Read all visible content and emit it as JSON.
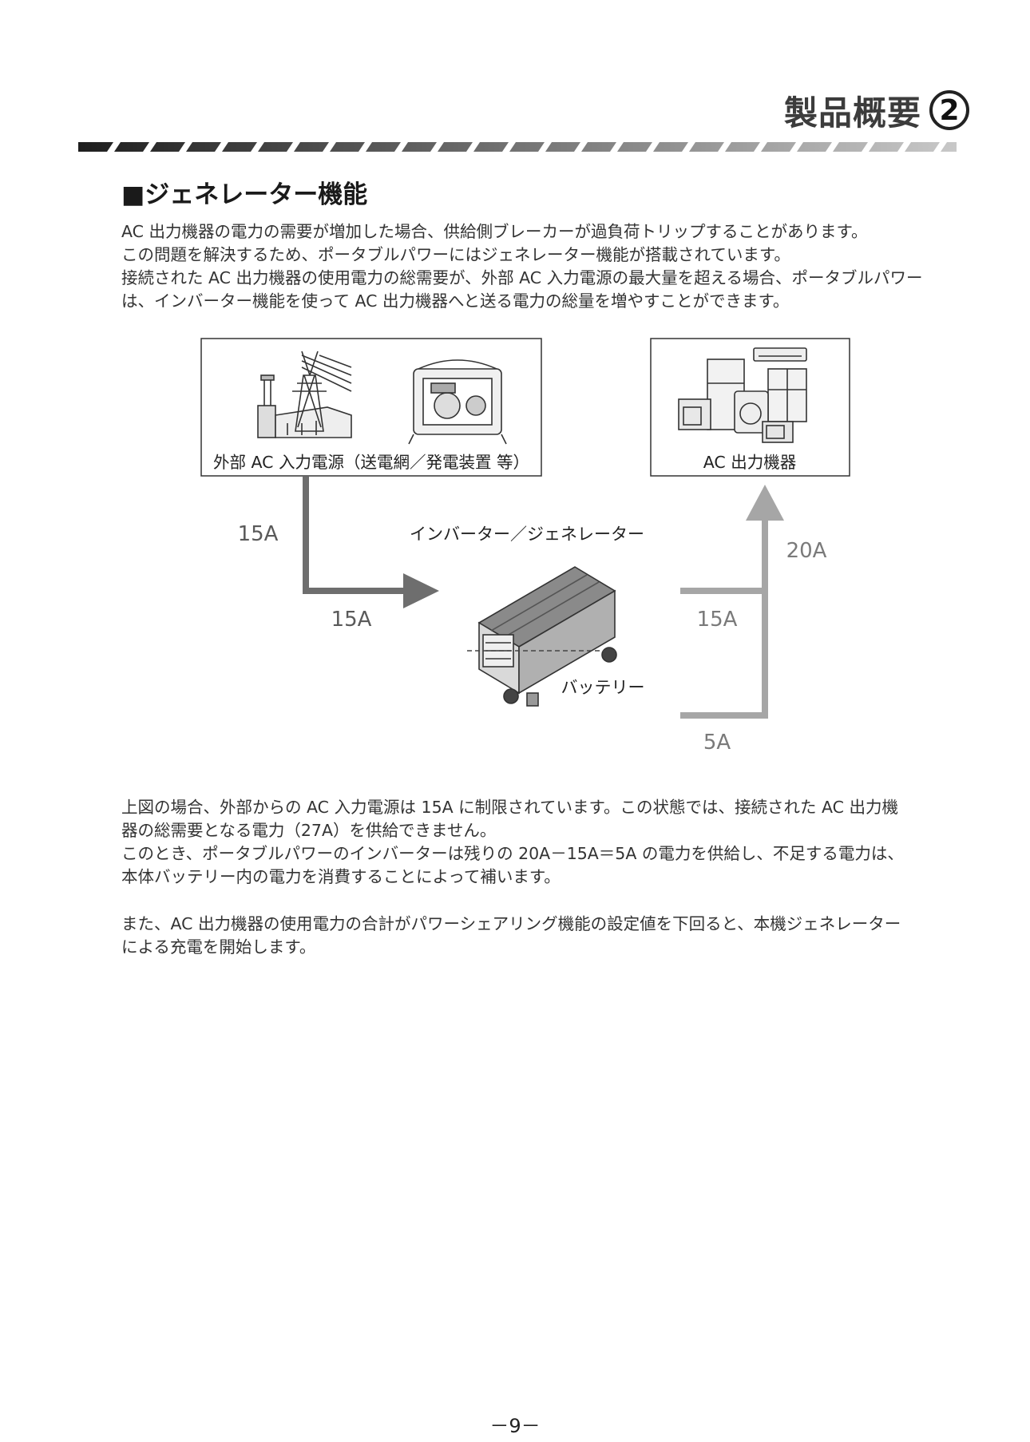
{
  "header": {
    "title": "製品概要",
    "number": "2"
  },
  "section": {
    "heading": "■ジェネレーター機能"
  },
  "intro": [
    "AC 出力機器の電力の需要が増加した場合、供給側ブレーカーが過負荷トリップすることがあります。",
    "この問題を解決するため、ポータブルパワーにはジェネレーター機能が搭載されています。",
    "接続された AC 出力機器の使用電力の総需要が、外部 AC 入力電源の最大量を超える場合、ポータブルパワー",
    "は、インバーター機能を使って AC 出力機器へと送る電力の総量を増やすことができます。"
  ],
  "diagram": {
    "source_label": "外部 AC 入力電源（送電網／発電装置 等）",
    "output_label": "AC 出力機器",
    "inverter_label": "インバーター／ジェネレーター",
    "battery_label": "バッテリー",
    "current_in_top": "15A",
    "current_in_bottom": "15A",
    "current_pass": "15A",
    "current_battery": "5A",
    "current_total": "20A"
  },
  "explain": [
    "上図の場合、外部からの AC 入力電源は 15A に制限されています。この状態では、接続された AC 出力機",
    "器の総需要となる電力（27A）を供給できません。",
    "このとき、ポータブルパワーのインバーターは残りの 20A－15A＝5A の電力を供給し、不足する電力は、",
    "本体バッテリー内の電力を消費することによって補います。"
  ],
  "note": [
    "また、AC 出力機器の使用電力の合計がパワーシェアリング機能の設定値を下回ると、本機ジェネレーター",
    "による充電を開始します。"
  ],
  "page_number": "－9－"
}
